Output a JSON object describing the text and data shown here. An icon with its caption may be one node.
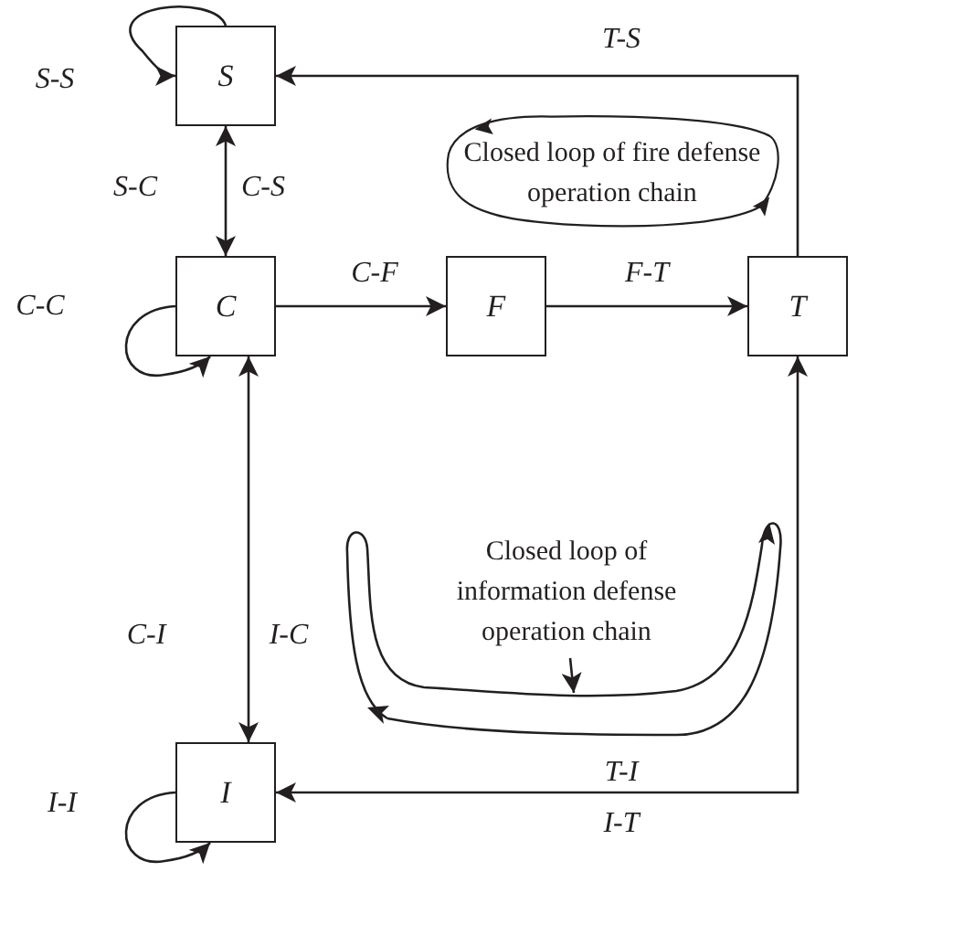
{
  "diagram": {
    "nodes": [
      {
        "text": [
          "S"
        ]
      },
      {
        "text": [
          "C"
        ]
      },
      {
        "text": [
          "F"
        ]
      },
      {
        "text": [
          "T"
        ]
      },
      {
        "text": [
          "I"
        ]
      },
      {
        "text": [
          "Closed loop of fire defense operation chain"
        ]
      },
      {
        "text": [
          "Closed loop of information defense operation chain"
        ]
      },
      {
        "text": [],
        "shape": "loop"
      }
    ],
    "edges": [
      {
        "from": 0,
        "to": 0,
        "arrow": "to",
        "label": "S-S"
      },
      {
        "from": 0,
        "to": 1,
        "arrow": "both",
        "label": "S-C"
      },
      {
        "from": 1,
        "to": 1,
        "arrow": "to",
        "label": "C-C"
      },
      {
        "from": 1,
        "to": 2,
        "arrow": "to",
        "label": "C-F"
      },
      {
        "from": 2,
        "to": 3,
        "arrow": "to",
        "label": "F-T"
      },
      {
        "from": 3,
        "to": 0,
        "arrow": "to",
        "label": "T-S"
      },
      {
        "from": 1,
        "to": 4,
        "arrow": "both",
        "label": "C-I"
      },
      {
        "from": 3,
        "to": 4,
        "arrow": "both",
        "label": "T-I"
      },
      {
        "from": 4,
        "to": 4,
        "arrow": "to",
        "label": "I-I"
      },
      {
        "from": 6,
        "to": 7,
        "arrow": "to"
      }
    ],
    "labels": [
      "C-S",
      "I-C",
      "I-T"
    ]
  }
}
